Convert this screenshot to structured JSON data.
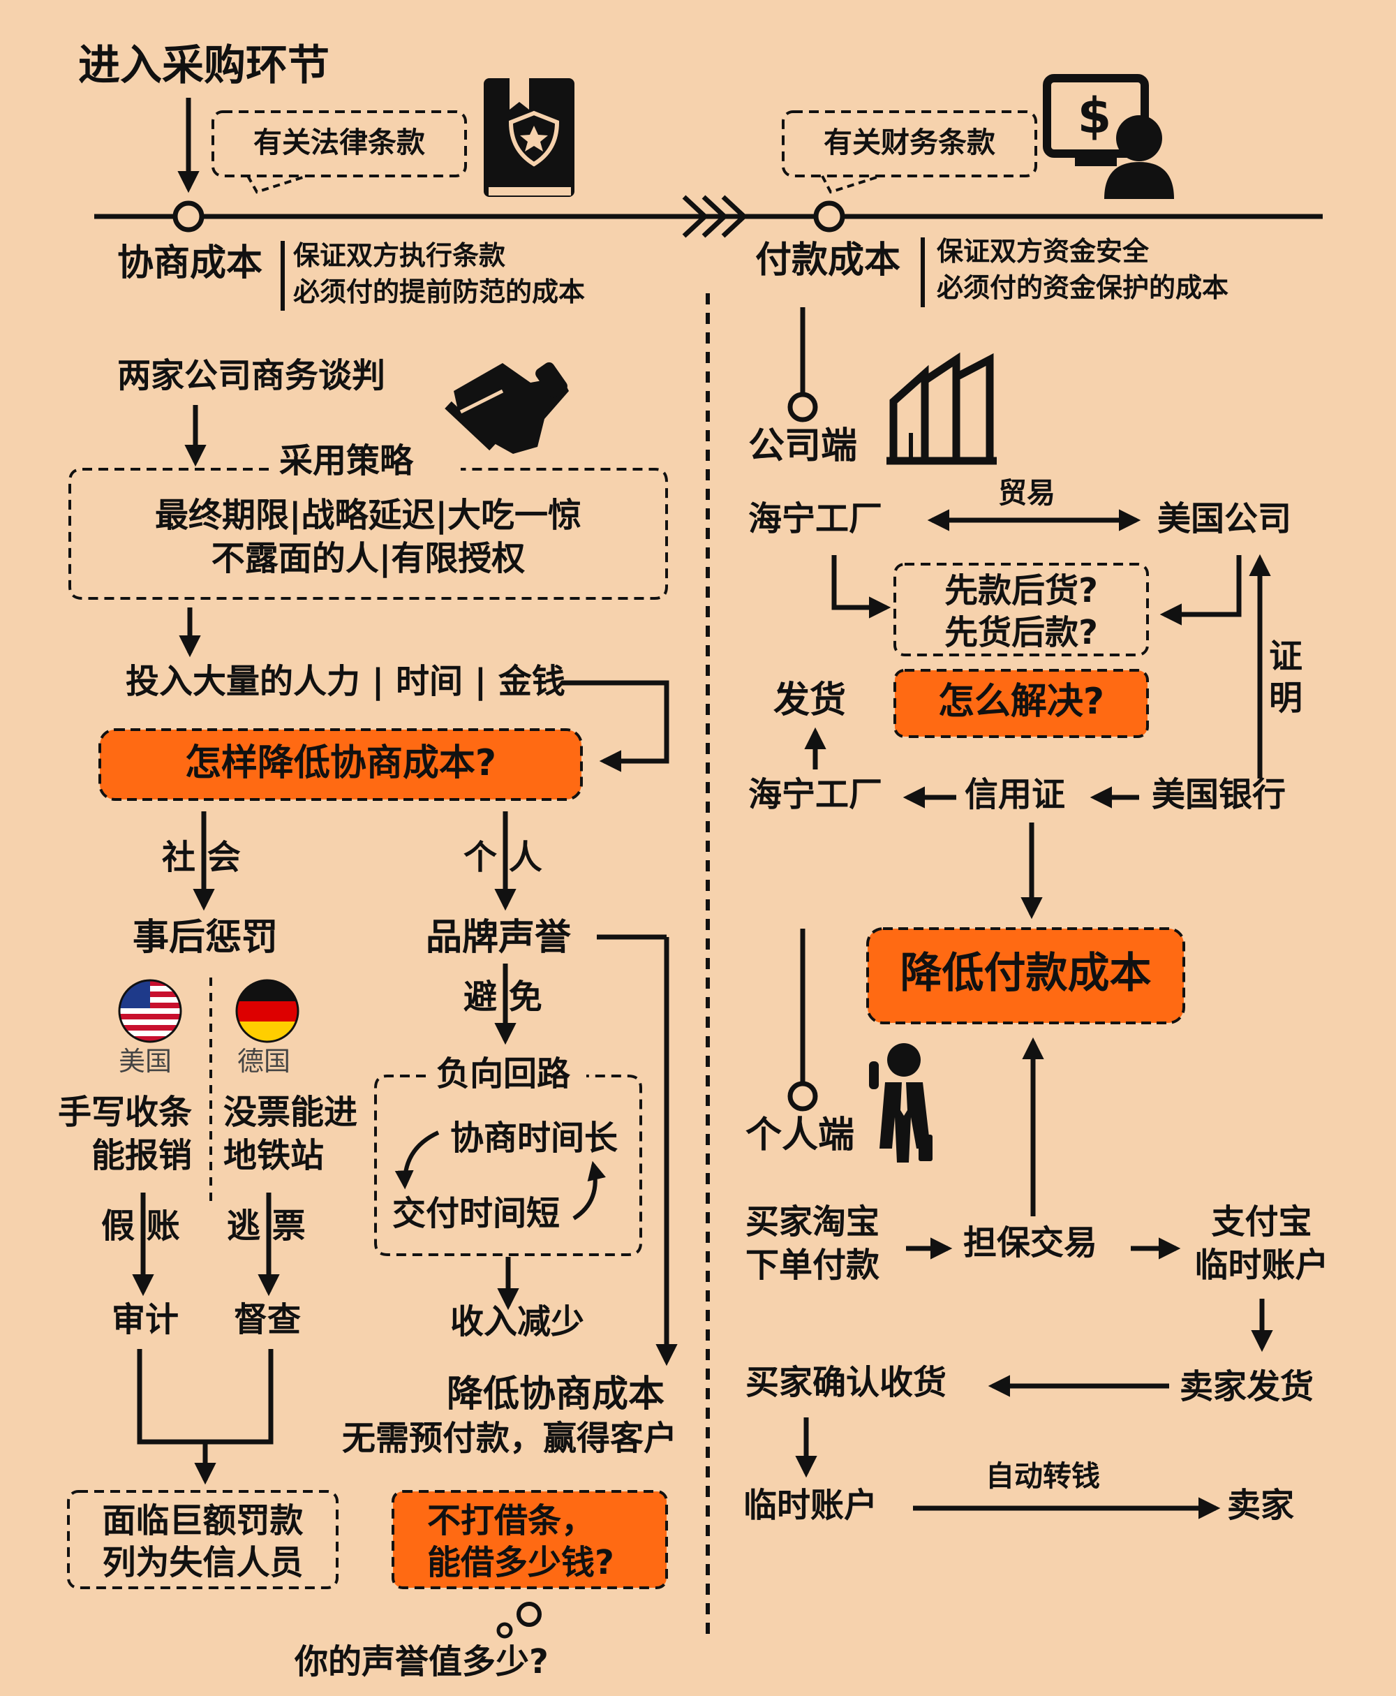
{
  "title": "进入采购环节",
  "legal_clause": "有关法律条款",
  "finance_clause": "有关财务条款",
  "left": {
    "heading": "协商成本",
    "desc": [
      "保证双方执行条款",
      "必须付的提前防范的成本"
    ],
    "negotiation": "两家公司商务谈判",
    "strategy_label": "采用策略",
    "strategies": [
      "最终期限|战略延迟|大吃一惊",
      "不露面的人|有限授权"
    ],
    "investment": "投入大量的人力 | 时间 | 金钱",
    "question": "怎样降低协商成本?",
    "branch_society": "社 会",
    "branch_personal": "个 人",
    "punishment": "事后惩罚",
    "brand": "品牌声誉",
    "flag_us": "美国",
    "flag_de": "德国",
    "us_case": [
      "手写收条",
      "能报销"
    ],
    "de_case": [
      "没票能进",
      "地铁站"
    ],
    "fake_account": "假 账",
    "fare_evasion": "逃 票",
    "audit": "审计",
    "inspection": "督查",
    "penalty": [
      "面临巨额罚款",
      "列为失信人员"
    ],
    "avoid": "避 免",
    "loop_label": "负向回路",
    "loop_a": "协商时间长",
    "loop_b": "交付时间短",
    "income_drop": "收入减少",
    "result_title": "降低协商成本",
    "result_desc": "无需预付款，赢得客户",
    "iou": [
      "不打借条，",
      "能借多少钱?"
    ],
    "reputation_question": "你的声誉值多少?"
  },
  "right": {
    "heading": "付款成本",
    "desc": [
      "保证双方资金安全",
      "必须付的资金保护的成本"
    ],
    "company_side": "公司端",
    "factory": "海宁工厂",
    "trade": "贸易",
    "us_company": "美国公司",
    "payment_order": [
      "先款后货?",
      "先货后款?"
    ],
    "how_solve": "怎么解决?",
    "proof": "证明",
    "ship": "发货",
    "factory2": "海宁工厂",
    "letter_of_credit": "信用证",
    "us_bank": "美国银行",
    "reduce": "降低付款成本",
    "personal_side": "个人端",
    "buyer_order": [
      "买家淘宝",
      "下单付款"
    ],
    "escrow": "担保交易",
    "alipay": [
      "支付宝",
      "临时账户"
    ],
    "buyer_confirm": "买家确认收货",
    "seller_ship": "卖家发货",
    "temp_account": "临时账户",
    "auto_transfer": "自动转钱",
    "seller": "卖家"
  },
  "colors": {
    "background": "#f6d2ad",
    "accent": "#ff6a13",
    "ink": "#111111",
    "flag_label": "#444444"
  },
  "icons": [
    "law-book-icon",
    "money-screen-user-icon",
    "handshake-icon",
    "buildings-icon",
    "businessman-icon",
    "us-flag-icon",
    "germany-flag-icon",
    "thought-bubble-icon"
  ]
}
